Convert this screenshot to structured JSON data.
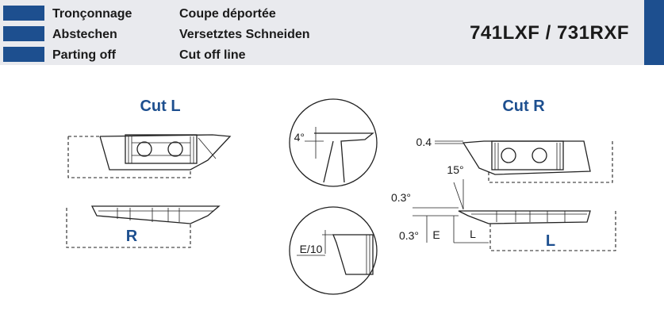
{
  "header": {
    "col1": [
      "Tronçonnage",
      "Abstechen",
      "Parting off"
    ],
    "col2": [
      "Coupe déportée",
      "Versetztes Schneiden",
      "Cut off line"
    ],
    "code": "741LXF / 731RXF",
    "brand_color": "#1d4f8f"
  },
  "drawing": {
    "cut_l_title": "Cut L",
    "cut_r_title": "Cut R",
    "label_r": "R",
    "label_l": "L",
    "angle_4": "4°",
    "e_over_10": "E/10",
    "dim_04": "0.4",
    "angle_15": "15°",
    "angle_03_top": "0.3°",
    "angle_03_bottom": "0.3°",
    "dim_e": "E",
    "dim_l": "L"
  }
}
